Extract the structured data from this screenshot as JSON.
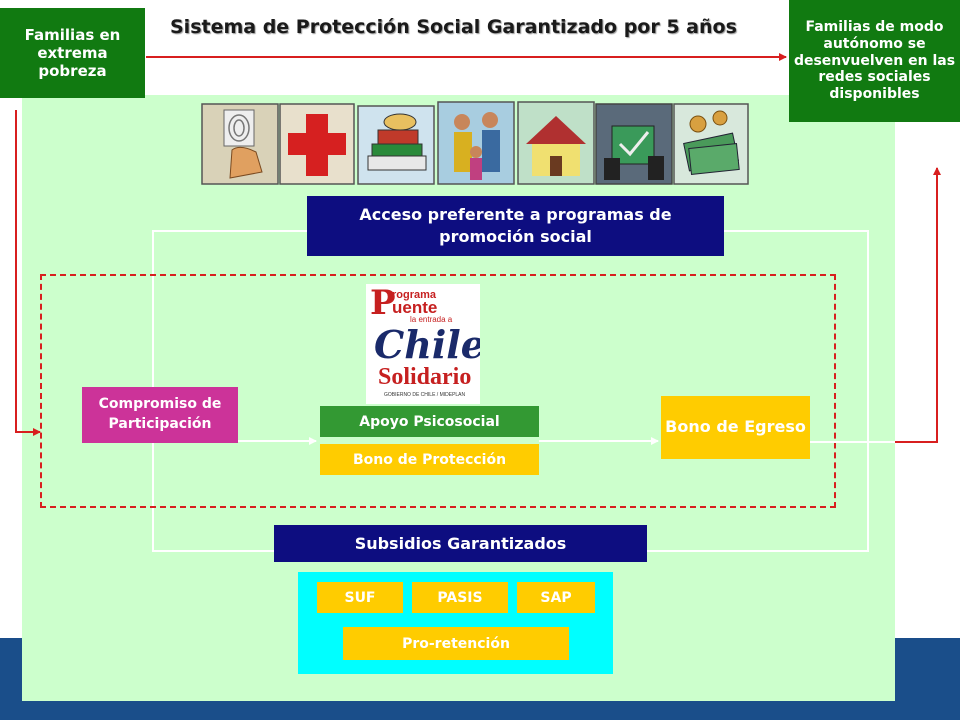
{
  "title": "Sistema de Protección Social Garantizado por 5 años",
  "left_box": {
    "label": "Familias en extrema pobreza"
  },
  "right_box": {
    "label": "Familias de modo autónomo se desenvuelven en las redes sociales disponibles"
  },
  "top_bar": {
    "label": "Acceso preferente a programas de promoción social"
  },
  "logo": {
    "line1": "rograma",
    "big_p": "P",
    "line2": "uente",
    "line3": "la entrada a",
    "line4": "Chile",
    "line5": "Solidario",
    "line6": "GOBIERNO DE CHILE / MIDEPLAN"
  },
  "compromiso": {
    "label": "Compromiso de Participación"
  },
  "apoyo": {
    "label": "Apoyo Psicosocial"
  },
  "bono_proteccion": {
    "label": "Bono de Protección"
  },
  "bono_egreso": {
    "label": "Bono de Egreso"
  },
  "subsidios": {
    "label": "Subsidios Garantizados"
  },
  "subsidies_items": {
    "suf": "SUF",
    "pasis": "PASIS",
    "sap": "SAP",
    "pro": "Pro-retención"
  },
  "illustrations": [
    "fingerprint-hand-icon",
    "red-cross-icon",
    "books-icon",
    "family-icon",
    "house-icon",
    "voting-icon",
    "money-icon"
  ],
  "colors": {
    "green": "#117a11",
    "navy": "#0d0d80",
    "magenta": "#cc3399",
    "yellow": "#ffcc00",
    "cyan": "#00ffff",
    "panel": "#ccffcc",
    "red": "#d81f1f",
    "band": "#1a4e8a"
  }
}
